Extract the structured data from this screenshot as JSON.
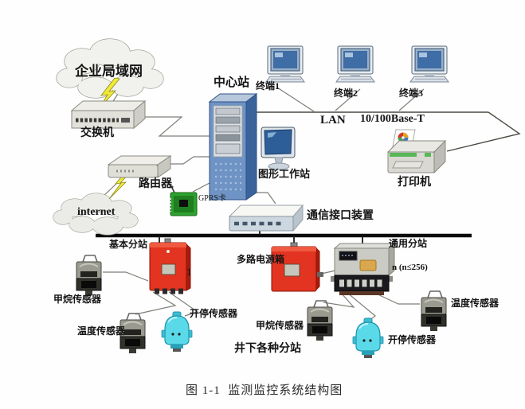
{
  "diagram": {
    "caption": "图 1-1  监测监控系统结构图",
    "network": {
      "enterprise_lan": "企业局域网",
      "switch": "交换机",
      "router": "路由器",
      "internet": "internet",
      "gprs_card": "GPRS卡",
      "center_station": "中心站",
      "terminal1": "终端1",
      "terminal2": "终端2",
      "terminal3": "终端3",
      "lan": "LAN",
      "lan_standard": "10/100Base-T",
      "graphics_workstation": "图形工作站",
      "printer": "打印机",
      "comm_interface": "通信接口装置"
    },
    "underground": {
      "basic_substation": "基本分站",
      "basic_substation_no": "1",
      "multi_power_box": "多路电源箱",
      "universal_substation": "通用分站",
      "station_count": "n (n≤256)",
      "methane_sensor_left": "甲烷传感器",
      "temp_sensor_left": "温度传感器",
      "onoff_sensor_mid": "开停传感器",
      "methane_sensor_mid": "甲烷传感器",
      "temp_sensor_right": "温度传感器",
      "onoff_sensor_right": "开停传感器",
      "underground_group": "井下各种分站"
    },
    "colors": {
      "substation_red": "#e23420",
      "tower_blue": "#6e93c4",
      "sensor_cyan": "#5ad9e9",
      "gprs_green": "#2ea12e",
      "bolt_yellow": "#f2e838",
      "bus_black": "#0a0a0a",
      "line_gray": "#7e7e78"
    }
  }
}
